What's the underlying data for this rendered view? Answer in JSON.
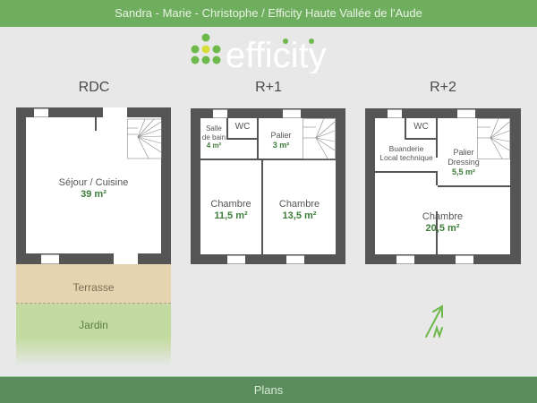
{
  "header": {
    "title": "Sandra - Marie - Christophe  /  Efficity Haute Vallée de l'Aude"
  },
  "logo": {
    "text": "efficity",
    "dot_colors": [
      "#6fb84a",
      "#d7dd3a"
    ]
  },
  "floors": [
    {
      "title": "RDC",
      "rooms": [
        {
          "name": "Séjour / Cuisine",
          "area": "39 m²"
        }
      ]
    },
    {
      "title": "R+1",
      "rooms": [
        {
          "name_line1": "Salle",
          "name_line2": "de bain",
          "area": "4 m²"
        },
        {
          "name": "WC"
        },
        {
          "name": "Palier",
          "area": "3 m²"
        },
        {
          "name": "Chambre",
          "area": "11,5 m²"
        },
        {
          "name": "Chambre",
          "area": "13,5 m²"
        }
      ]
    },
    {
      "title": "R+2",
      "rooms": [
        {
          "name": "WC"
        },
        {
          "name_line1": "Buanderie",
          "name_line2": "Local technique"
        },
        {
          "name_line1": "Palier",
          "name_line2": "Dressing",
          "area": "5,5 m²"
        },
        {
          "name": "Chambre",
          "area": "20,5 m²"
        }
      ]
    }
  ],
  "outdoor": {
    "terrasse": "Terrasse",
    "jardin": "Jardin"
  },
  "compass": {
    "label": "N",
    "color": "#6fb84a"
  },
  "footer": {
    "title": "Plans"
  },
  "colors": {
    "header_bg": "#6fae5e",
    "footer_bg": "#5a8c5e",
    "wall": "#555555",
    "area_text": "#3e7d3a"
  }
}
